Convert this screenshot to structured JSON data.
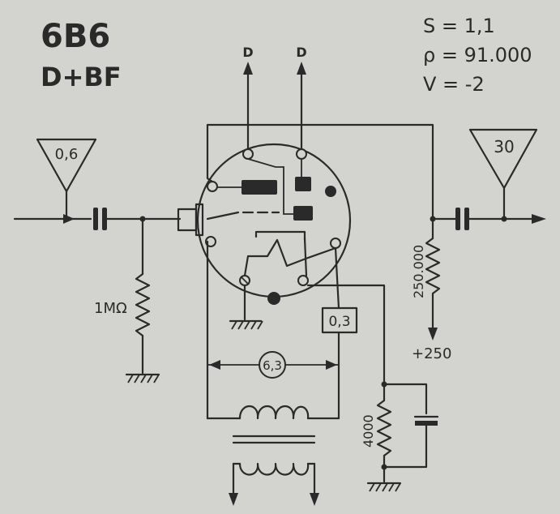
{
  "tube": {
    "name": "6B6",
    "function": "D+BF"
  },
  "params": {
    "s": "S = 1,1",
    "rho": "ρ = 91.000",
    "v": "V = -2"
  },
  "labels": {
    "diode_out_left": "D",
    "diode_out_right": "D",
    "input_level": "0,6",
    "output_level": "30",
    "grid_resistor": "1MΩ",
    "plate_resistor": "250.000",
    "supply": "+250",
    "heater_current": "0,3",
    "heater_voltage": "6,3",
    "cathode_resistor": "4000"
  },
  "colors": {
    "ink": "#2a2a2a",
    "paper": "#d3d4d0"
  }
}
